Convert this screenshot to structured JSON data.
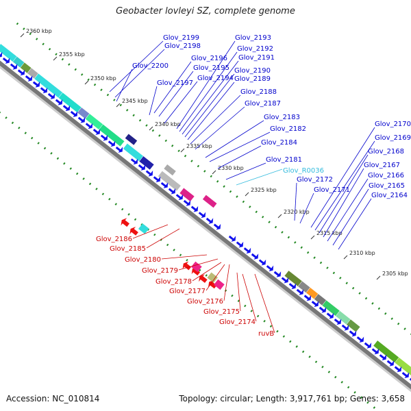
{
  "title": "Geobacter lovleyi SZ, complete genome",
  "footer": {
    "accession": "Accession: NC_010814",
    "summary": "Topology: circular; Length: 3,917,761 bp; Genes: 3,658"
  },
  "colors": {
    "forward_label": "#0000cc",
    "reverse_label": "#cc0000",
    "rna_label": "#33bbdd",
    "backbone": "#888888",
    "tick": "#228822"
  },
  "kbp_ticks": [
    "2360 kbp",
    "2355 kbp",
    "2350 kbp",
    "2345 kbp",
    "2340 kbp",
    "2335 kbp",
    "2330 kbp",
    "2325 kbp",
    "2320 kbp",
    "2315 kbp",
    "2310 kbp",
    "2305 kbp"
  ],
  "forward_labels": [
    "Glov_2199",
    "Glov_2198",
    "Glov_2200",
    "Glov_2196",
    "Glov_2195",
    "Glov_2197",
    "Glov_2194",
    "Glov_2193",
    "Glov_2192",
    "Glov_2191",
    "Glov_2190",
    "Glov_2189",
    "Glov_2188",
    "Glov_2187",
    "Glov_2183",
    "Glov_2182",
    "Glov_2184",
    "Glov_2181",
    "Glov_2172",
    "Glov_2171",
    "Glov_2170",
    "Glov_2169",
    "Glov_2168",
    "Glov_2167",
    "Glov_2166",
    "Glov_2165",
    "Glov_2164"
  ],
  "rna_label": "Glov_R0036",
  "reverse_labels": [
    "Glov_2186",
    "Glov_2185",
    "Glov_2180",
    "Glov_2179",
    "Glov_2178",
    "Glov_2177",
    "Glov_2176",
    "Glov_2175",
    "Glov_2174",
    "ruvB"
  ]
}
